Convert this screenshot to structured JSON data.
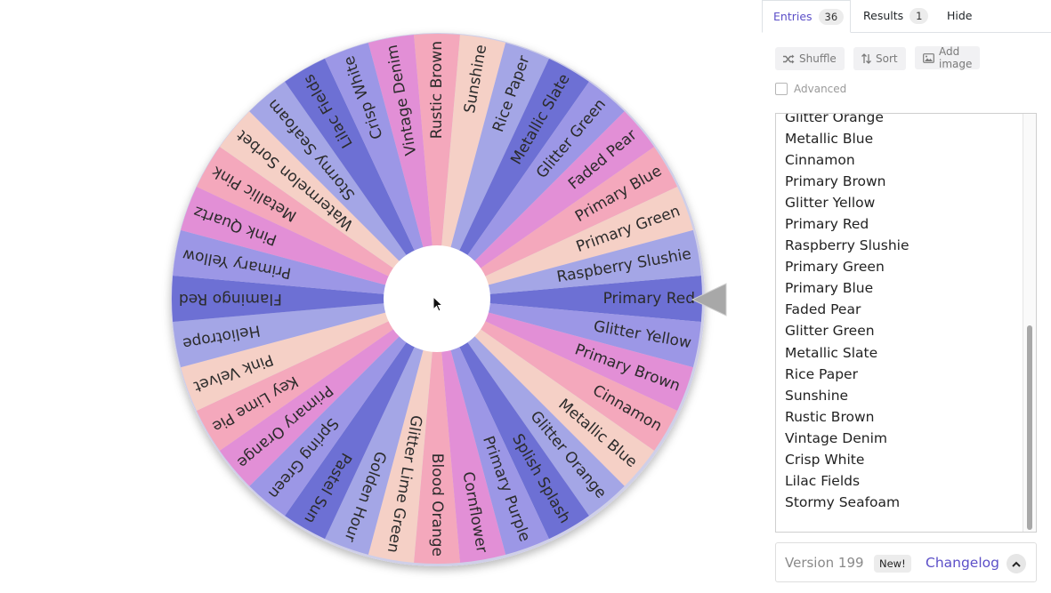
{
  "wheel": {
    "segments": [
      "Primary Red",
      "Glitter Yellow",
      "Primary Brown",
      "Cinnamon",
      "Metallic Blue",
      "Glitter Orange",
      "Splish Splash",
      "Primary Purple",
      "Cornflower",
      "Blood Orange",
      "Glitter Lime Green",
      "Golden Hour",
      "Pastel Sun",
      "Spring Green",
      "Primary Orange",
      "Key Lime Pie",
      "Pink Velvet",
      "Heliotrope",
      "Flamingo Red",
      "Primary Yellow",
      "Pink Quartz",
      "Metallic Pink",
      "Watermelon Sorbet",
      "Stormy Seafoam",
      "Lilac Fields",
      "Crisp White",
      "Vintage Denim",
      "Rustic Brown",
      "Sunshine",
      "Rice Paper",
      "Metallic Slate",
      "Glitter Green",
      "Faded Pear",
      "Primary Blue",
      "Primary Green",
      "Raspberry Slushie"
    ],
    "palette": [
      "#6d70d4",
      "#9c97e6",
      "#e28fd6",
      "#f4a8bc",
      "#f5d0c6",
      "#a4a6e6"
    ]
  },
  "tabs": {
    "entries_label": "Entries",
    "entries_count": "36",
    "results_label": "Results",
    "results_count": "1",
    "hide_label": "Hide"
  },
  "toolbar": {
    "shuffle": "Shuffle",
    "sort": "Sort",
    "add_image": "Add image"
  },
  "advanced_label": "Advanced",
  "entries_list": [
    "Glitter Orange",
    "Metallic Blue",
    "Cinnamon",
    "Primary Brown",
    "Glitter Yellow",
    "Primary Red",
    "Raspberry Slushie",
    "Primary Green",
    "Primary Blue",
    "Faded Pear",
    "Glitter Green",
    "Metallic Slate",
    "Rice Paper",
    "Sunshine",
    "Rustic Brown",
    "Vintage Denim",
    "Crisp White",
    "Lilac Fields",
    "Stormy Seafoam"
  ],
  "footer": {
    "version": "Version 199",
    "new_badge": "New!",
    "changelog": "Changelog"
  },
  "colors": {
    "accent": "#5c4fc8"
  }
}
